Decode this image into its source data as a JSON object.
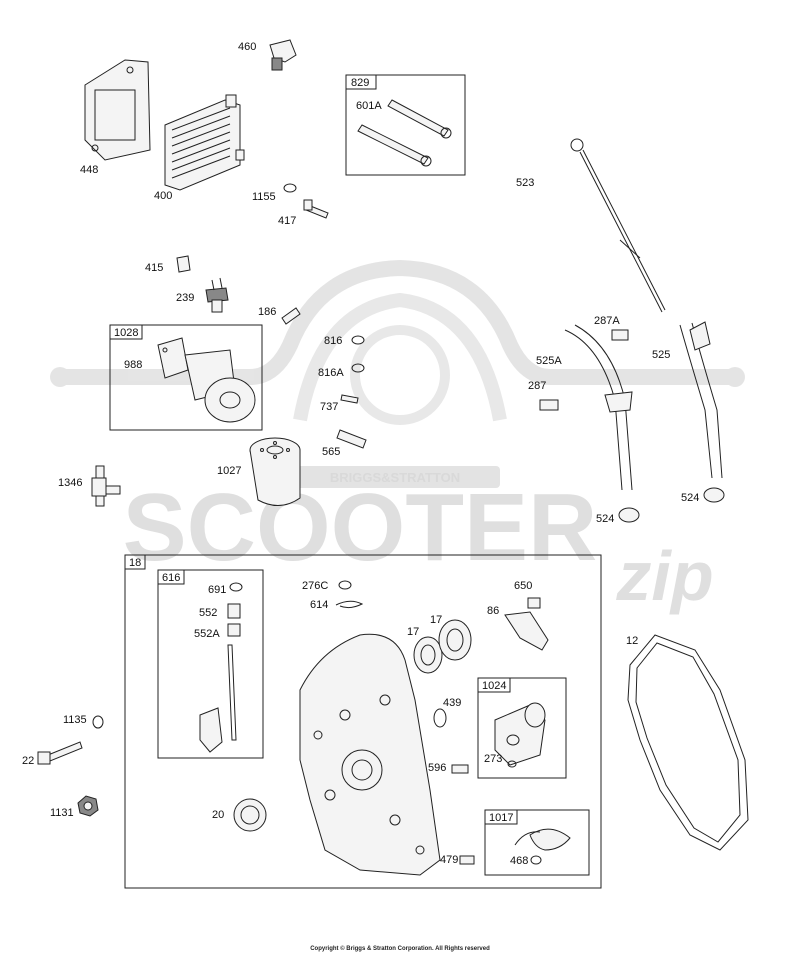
{
  "watermark": {
    "brand": "SCOOTER",
    "script": "zip",
    "badge": "BRIGGS&STRATTON"
  },
  "copyright": "Copyright © Briggs & Stratton Corporation. All Rights reserved",
  "labels": {
    "p460": "460",
    "p829": "829",
    "p601A": "601A",
    "p448": "448",
    "p400": "400",
    "p1155": "1155",
    "p417": "417",
    "p523": "523",
    "p415": "415",
    "p239": "239",
    "p186": "186",
    "p287A": "287A",
    "p1028": "1028",
    "p988": "988",
    "p816": "816",
    "p816A": "816A",
    "p525A": "525A",
    "p525": "525",
    "p287": "287",
    "p737": "737",
    "p565": "565",
    "p1027": "1027",
    "p1346": "1346",
    "p524a": "524",
    "p524b": "524",
    "p18": "18",
    "p616": "616",
    "p691": "691",
    "p552": "552",
    "p552A": "552A",
    "p276C": "276C",
    "p614": "614",
    "p650": "650",
    "p86": "86",
    "p17a": "17",
    "p17b": "17",
    "p12": "12",
    "p439": "439",
    "p1024": "1024",
    "p273": "273",
    "p596": "596",
    "p1135": "1135",
    "p22": "22",
    "p1131": "1131",
    "p20": "20",
    "p1017": "1017",
    "p468": "468",
    "p479": "479"
  }
}
